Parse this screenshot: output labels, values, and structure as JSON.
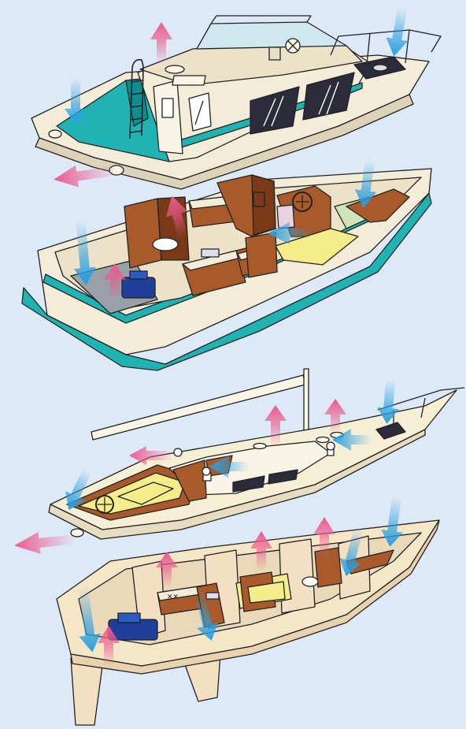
{
  "figure": {
    "labels": [],
    "background": "#dde9f6",
    "subjects": [
      "motorboat-exterior",
      "motorboat-cabin-interior",
      "sailboat-deck",
      "sailboat-hull-interior"
    ],
    "arrow_legend": {
      "fresh-air-intake": "blue",
      "exhaust-air": "pink"
    }
  },
  "colors": {
    "hull_cream": "#f3ecd8",
    "hull_shadow": "#ddd3b8",
    "teal": "#1fb3b3",
    "teal_dark": "#0d8f92",
    "wood": "#a85a2a",
    "wood_dark": "#7a3a17",
    "cushion": "#f5ec8a",
    "engine_blue": "#1f3f9a",
    "intake_blue": "#2aa0e0",
    "exhaust_pink": "#ec5a8e",
    "outline": "#222222"
  }
}
